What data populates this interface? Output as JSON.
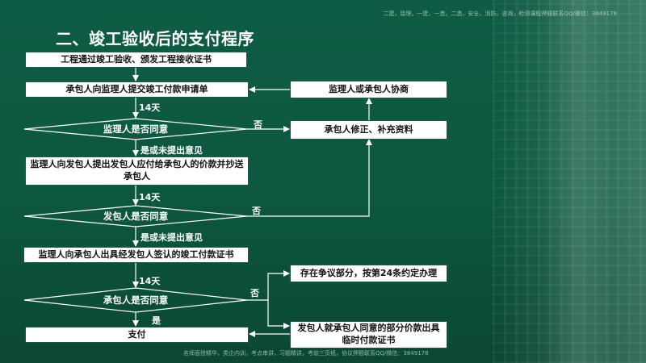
{
  "watermark": {
    "top": "二建，监理，一建，一造，二造，安全，消防，咨询，检测课程押题联系QQ/微信：3849178",
    "bottom": "名师面授精华，类企内训，考点串讲，习题精讲，考前三页纸，协议押题联系QQ/微信：3849178"
  },
  "title": "二、竣工验收后的支付程序",
  "boxes": {
    "b1": "工程通过竣工验收、颁发工程接收证书",
    "b2": "承包人向监理人提交竣工付款申请单",
    "b3": "监理人向发包人提出发包人应付给承包人的价款并抄送承包人",
    "b4": "监理人向承包人出具经发包人签认的竣工付款证书",
    "b5": "支付",
    "r1": "监理人或承包人协商",
    "r2": "承包人修正、补充资料",
    "r3": "存在争议部分，按第24条约定办理",
    "r4": "发包人就承包人同意的部分价款出具临时付款证书"
  },
  "diamonds": {
    "d1": "监理人是否同意",
    "d2": "发包人是否同意",
    "d3": "承包人是否同意"
  },
  "edge_labels": {
    "days1": "14天",
    "days2": "14天",
    "days3": "14天",
    "agree1": "是或未提出意见",
    "agree2": "是或未提出意见",
    "yes": "是",
    "no1": "否",
    "no2": "否",
    "no3": "否"
  }
}
